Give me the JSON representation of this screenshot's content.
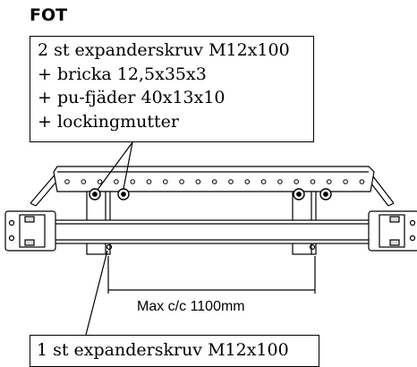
{
  "title": "FOT",
  "top_note": {
    "lines": [
      "2 st expanderskruv M12x100",
      "+ bricka 12,5x35x3",
      "+ pu-fjäder 40x13x10",
      "+ lockingmutter"
    ]
  },
  "bottom_note": "1 st expanderskruv M12x100",
  "dimension_label": "Max c/c 1100mm"
}
